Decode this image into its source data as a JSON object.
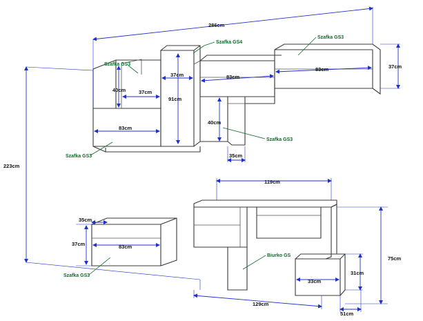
{
  "dimensions": {
    "total_width": "286cm",
    "total_height": "223cm",
    "top_cabinet_width": "83cm",
    "top_cabinet_height": "37cm",
    "upper_left_small_height": "40cm",
    "upper_left_small_width": "37cm",
    "upper_left_lower_width": "83cm",
    "column_width": "37cm",
    "column_height": "91cm",
    "column_upper_width": "83cm",
    "hanging_box_height": "40cm",
    "hanging_box_width": "35cm",
    "desk_width": "119cm",
    "desk_depth_total": "129cm",
    "desk_height": "75cm",
    "pedestal_width": "33cm",
    "pedestal_height": "31cm",
    "pedestal_depth": "51cm",
    "lower_cab_depth": "35cm",
    "lower_cab_height": "37cm",
    "lower_cab_width": "83cm"
  },
  "labels": {
    "gs4": "Szafka GS4",
    "gs3_top_right": "Szafka GS3",
    "gs3_upper_left": "Szafka GS3",
    "gs3_lower_left": "Szafka GS3",
    "gs3_center": "Szafka GS3",
    "gs3_bottom_left": "Szafka GS3",
    "desk": "Biurko GS"
  },
  "colors": {
    "dimension_line": "#1e32c8",
    "label_text": "#0d6b2a",
    "outline": "#3a3a3a"
  }
}
